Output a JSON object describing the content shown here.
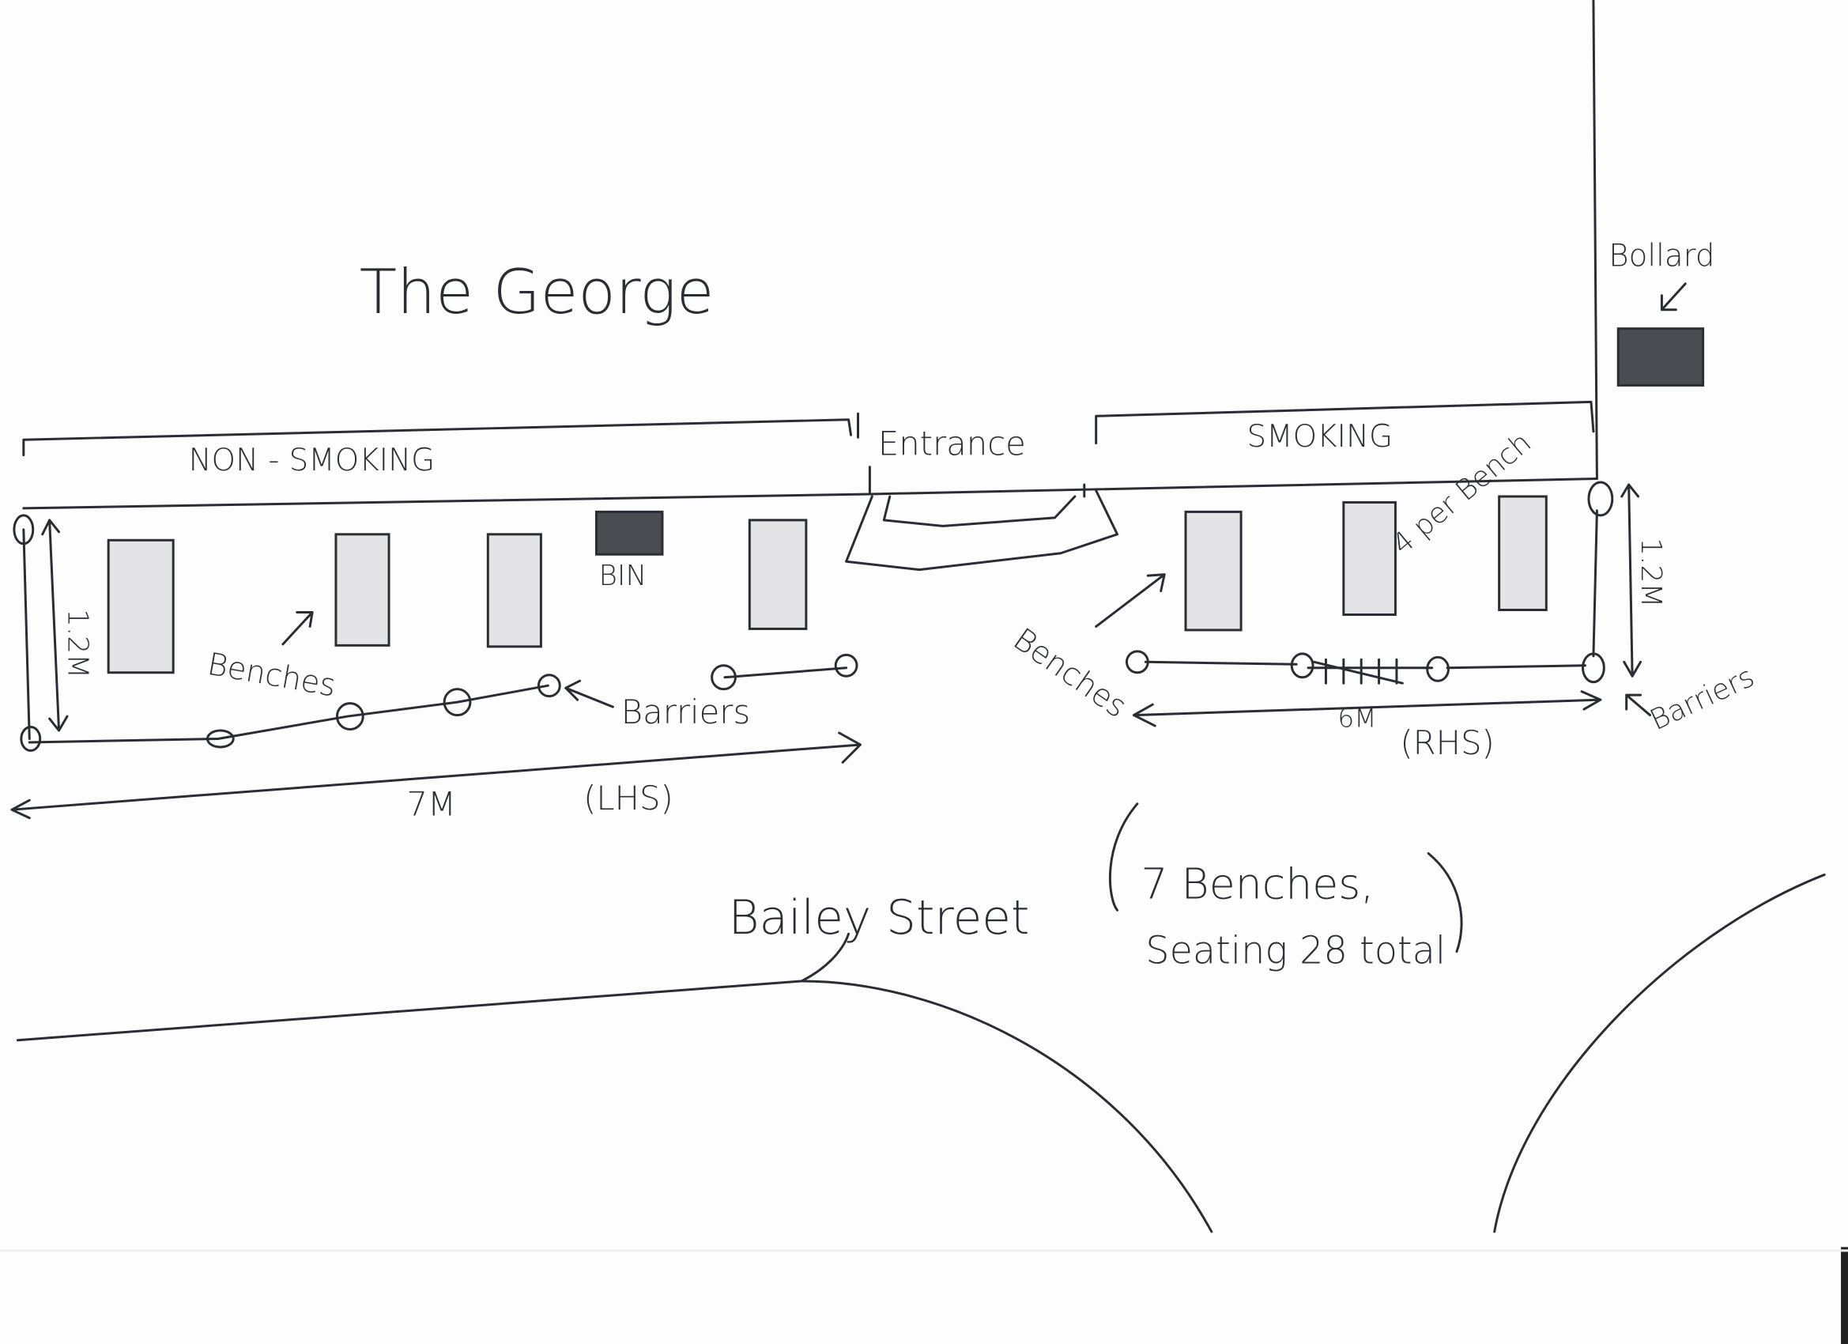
{
  "title": "The George",
  "zones": {
    "non_smoking": "NON - SMOKING",
    "entrance": "Entrance",
    "smoking": "SMOKING"
  },
  "bollard": "Bollard",
  "bin": "BIN",
  "left": {
    "benches_label": "Benches",
    "depth": "1.2M",
    "barriers_label": "Barriers",
    "length": "7M",
    "side": "(LHS)"
  },
  "right": {
    "benches_label": "Benches",
    "per_bench": "4 per Bench",
    "depth": "1.2M",
    "barriers_label": "Barriers",
    "length": "6M",
    "side": "(RHS)"
  },
  "street": "Bailey Street",
  "summary": {
    "line1": "7 Benches,",
    "line2": "Seating 28 total"
  }
}
